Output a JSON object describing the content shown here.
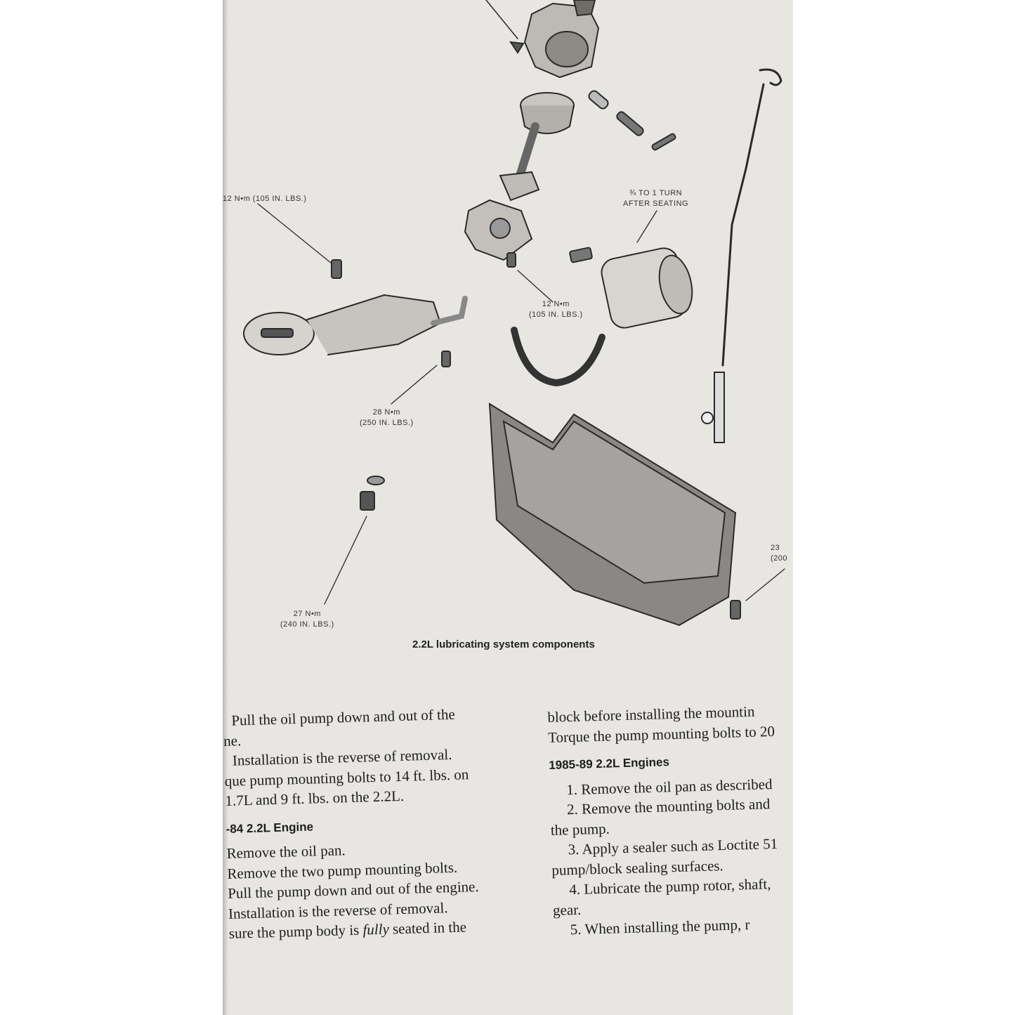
{
  "figure": {
    "callouts": {
      "top_left_bolt": [
        "12 N•m (105 IN. LBS.)"
      ],
      "filter_turn": [
        "¾ TO 1 TURN",
        "AFTER SEATING"
      ],
      "pump_bolt": [
        "12 N•m",
        "(105 IN. LBS.)"
      ],
      "pickup_bolt": [
        "28 N•m",
        "(250 IN. LBS.)"
      ],
      "drain_plug": [
        "27 N•m",
        "(240 IN. LBS.)"
      ],
      "pan_bolt_partial": [
        "23",
        "(200"
      ]
    },
    "caption": "2.2L lubricating system components"
  },
  "left_column": {
    "p1_line1": "Pull the oil pump down and out of the",
    "p1_line2": "ne.",
    "p2_line1": "Installation is the reverse of removal.",
    "p2_line2": "que pump mounting bolts to 14 ft. lbs. on",
    "p2_line3": "1.7L and 9 ft. lbs. on the 2.2L.",
    "heading": "-84 2.2L Engine",
    "step1": "Remove the oil pan.",
    "step2": "Remove the two pump mounting bolts.",
    "step3": "Pull the pump down and out of the engine.",
    "step4": "Installation is the reverse of removal.",
    "step5_pre": "sure the pump body is ",
    "step5_italic": "fully",
    "step5_post": " seated in the"
  },
  "right_column": {
    "line1": "block before installing the mountin",
    "line2": "Torque the pump mounting bolts to 20",
    "heading": "1985-89 2.2L Engines",
    "step1": "1. Remove the oil pan as described",
    "step2a": "2. Remove the mounting bolts and",
    "step2b": "the pump.",
    "step3a": "3. Apply a sealer such as Loctite 51",
    "step3b": "pump/block sealing surfaces.",
    "step4a": "4. Lubricate the pump rotor, shaft,",
    "step4b": "gear.",
    "step5": "5. When installing the pump, r"
  }
}
